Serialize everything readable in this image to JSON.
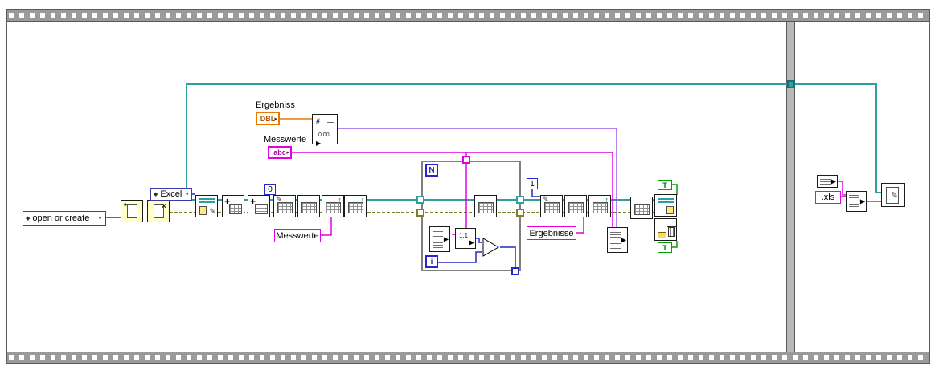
{
  "colors": {
    "wire_teal": "#2E9E9E",
    "wire_pink": "#E400E4",
    "wire_violet": "#9858E8",
    "wire_orange": "#E87800",
    "wire_blue": "#2626CC",
    "wire_olive": "#7E7E26",
    "wire_green": "#00A000"
  },
  "glyphs": {
    "dropdown": "▼",
    "ring_diamond": "◆",
    "terminal_arrow": "▸",
    "index_arrow": "▶",
    "plus": "+",
    "up_arrow": "↑",
    "pencil": "✎",
    "star": "*",
    "cross": "×",
    "scan_numbers": "1.1",
    "hash": "#",
    "number_format": "0.00"
  },
  "controls": {
    "ergebniss": {
      "label": "Ergebniss",
      "type": "DBL"
    },
    "messwerte": {
      "label": "Messwerte",
      "type": "abc"
    }
  },
  "constants": {
    "open_mode": "open or create",
    "report_type": "Excel",
    "zero": "0",
    "one": "1",
    "true_top": "T",
    "true_bottom": "T",
    "worksheet_in": "Messwerte",
    "worksheet_out": "Ergebnisse",
    "file_extension": ".xls"
  },
  "loop": {
    "count": "N",
    "iteration": "i"
  }
}
